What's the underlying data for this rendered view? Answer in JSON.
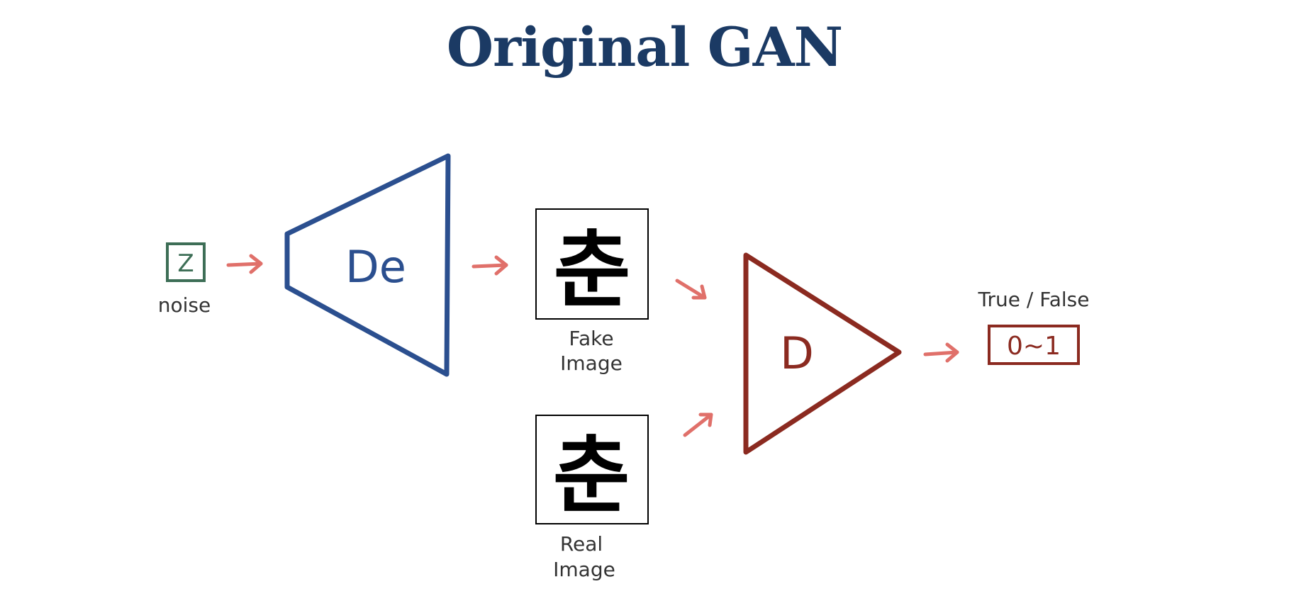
{
  "title": "Original GAN",
  "nodes": {
    "noise": {
      "symbol": "Z",
      "label": "noise"
    },
    "generator": {
      "label": "De"
    },
    "fake_image": {
      "glyph": "춘",
      "caption_line1": "Fake",
      "caption_line2": "Image"
    },
    "real_image": {
      "glyph": "춘",
      "caption_line1": "Real",
      "caption_line2": "Image"
    },
    "discriminator": {
      "label": "D"
    },
    "output": {
      "header": "True / False",
      "value": "0~1"
    }
  },
  "colors": {
    "title": "#1b3a64",
    "generator": "#2b4f8f",
    "discriminator": "#8b2a20",
    "noise": "#3d6e56",
    "arrow": "#e0706a",
    "text": "#333333"
  }
}
